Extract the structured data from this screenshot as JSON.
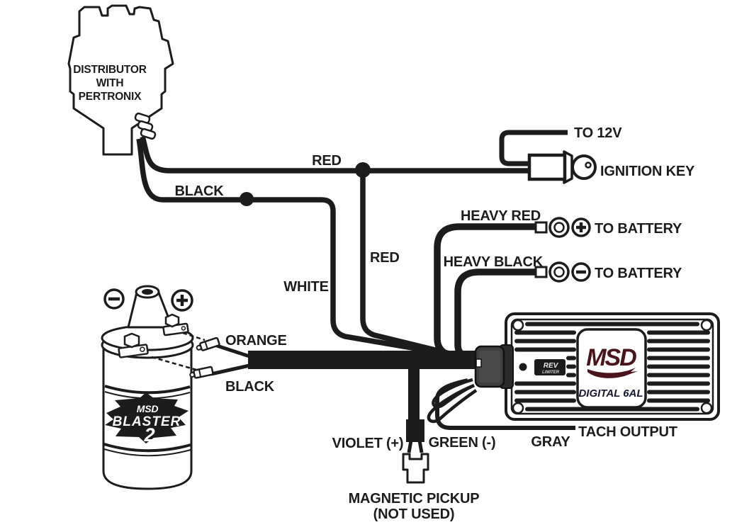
{
  "labels": {
    "distributor_line1": "DISTRIBUTOR",
    "distributor_line2": "WITH",
    "distributor_line3": "PERTRONIX",
    "wire_red_top": "RED",
    "wire_black_top": "BLACK",
    "to_12v": "TO 12V",
    "ignition_key": "IGNITION KEY",
    "heavy_red": "HEAVY RED",
    "to_battery_pos": "TO BATTERY",
    "heavy_black": "HEAVY BLACK",
    "to_battery_neg": "TO BATTERY",
    "wire_red_mid": "RED",
    "wire_white": "WHITE",
    "wire_orange": "ORANGE",
    "wire_black_coil": "BLACK",
    "wire_violet": "VIOLET (+)",
    "wire_green": "GREEN (-)",
    "wire_gray": "GRAY",
    "tach_output": "TACH OUTPUT",
    "magnetic_pickup_line1": "MAGNETIC PICKUP",
    "magnetic_pickup_line2": "(NOT USED)"
  },
  "ignition_box": {
    "brand": "MSD",
    "model": "DIGITAL 6AL",
    "rev_limiter_line1": "REV",
    "rev_limiter_line2": "LIMITER"
  },
  "coil": {
    "brand": "MSD",
    "model": "BLASTER",
    "model_number": "2"
  },
  "colors": {
    "ink": "#1c1c1c",
    "msd_logo_red": "#49141b",
    "digital_text": "#181830",
    "connector_gray": "#3f3f3f",
    "background": "#ffffff"
  }
}
